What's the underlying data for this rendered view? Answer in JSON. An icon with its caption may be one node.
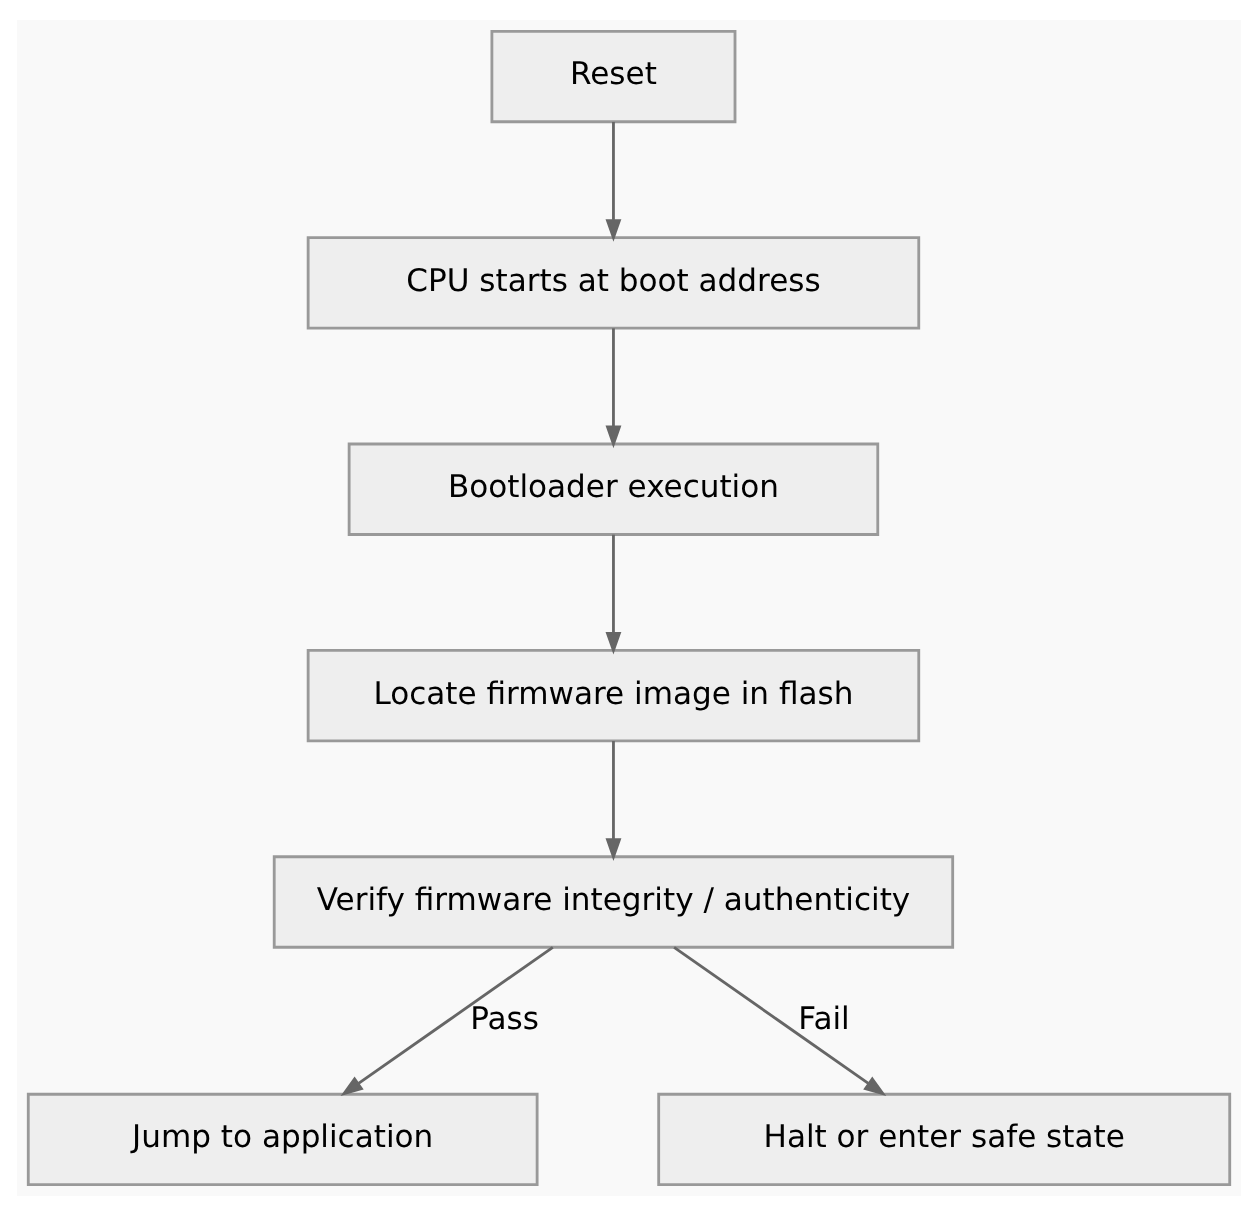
{
  "diagram": {
    "nodes": [
      {
        "text": [
          "Reset"
        ]
      },
      {
        "text": [
          "CPU starts at boot address"
        ]
      },
      {
        "text": [
          "Bootloader execution"
        ]
      },
      {
        "text": [
          "Locate firmware image in flash"
        ]
      },
      {
        "text": [
          "Verify firmware integrity / authenticity"
        ]
      },
      {
        "text": [
          "Jump to application"
        ]
      },
      {
        "text": [
          "Halt or enter safe state"
        ]
      }
    ],
    "edges": [
      {
        "from": 0,
        "to": 1,
        "arrow": "to"
      },
      {
        "from": 1,
        "to": 2,
        "arrow": "to"
      },
      {
        "from": 2,
        "to": 3,
        "arrow": "to"
      },
      {
        "from": 3,
        "to": 4,
        "arrow": "to"
      },
      {
        "from": 4,
        "to": 5,
        "arrow": "to",
        "label": "Pass"
      },
      {
        "from": 4,
        "to": 6,
        "arrow": "to",
        "label": "Fail"
      }
    ]
  }
}
